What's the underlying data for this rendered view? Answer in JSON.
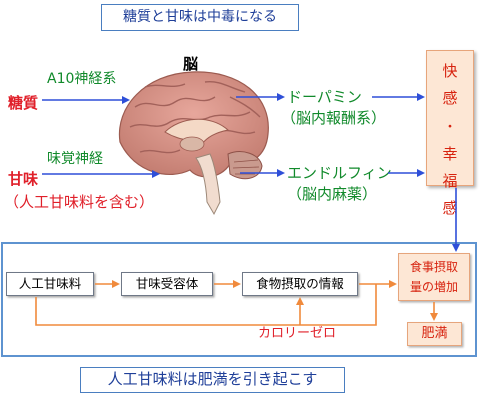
{
  "title": "糖質と甘味は中毒になる",
  "brain_label": "脳",
  "left": {
    "sugar": "糖質",
    "a10": "A10神経系",
    "taste_nerve": "味覚神経",
    "sweet": "甘味",
    "sweet_note": "（人工甘味料を含む）"
  },
  "middle": {
    "dopamine": "ドーパミン",
    "dopamine_sub": "（脳内報酬系）",
    "endorphin": "エンドルフィン",
    "endorphin_sub": "（脳内麻薬）"
  },
  "side_box": {
    "line1": "快",
    "line2": "感",
    "line3": "・",
    "line4": "幸",
    "line5": "福",
    "line6": "感"
  },
  "flow": {
    "box1": "人工甘味料",
    "box2": "甘味受容体",
    "box3": "食物摂取の情報",
    "calorie_zero": "カロリーゼロ",
    "food_line1": "食事摂取",
    "food_line2": "量の増加",
    "obese": "肥満"
  },
  "bottom": "人工甘味料は肥満を引き起こす",
  "colors": {
    "blue_arrow": "#2e4fd8",
    "orange_arrow": "#f08a3c",
    "red_text": "#e0202a",
    "green_text": "#118a2b",
    "navy_text": "#1f3f99"
  }
}
